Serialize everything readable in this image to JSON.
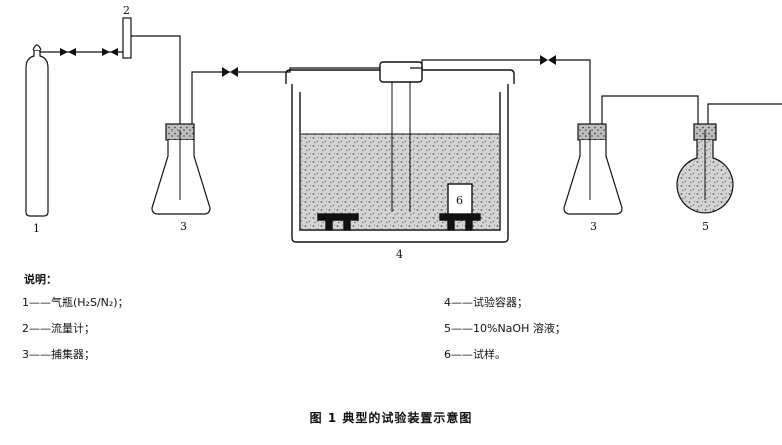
{
  "diagram": {
    "labels": {
      "cylinder": "1",
      "flowmeter": "2",
      "trap_left": "3",
      "vessel": "4",
      "trap_right": "3",
      "flask": "5",
      "sample": "6"
    }
  },
  "legend": {
    "heading": "说明：",
    "items": [
      "1——气瓶(H₂S/N₂)；",
      "2——流量计；",
      "3——捕集器；",
      "4——试验容器；",
      "5——10%NaOH 溶液；",
      "6——试样。"
    ]
  },
  "caption": "图 1    典型的试验装置示意图",
  "colors": {
    "ink": "#111111",
    "fill": "#cfcfcf"
  }
}
